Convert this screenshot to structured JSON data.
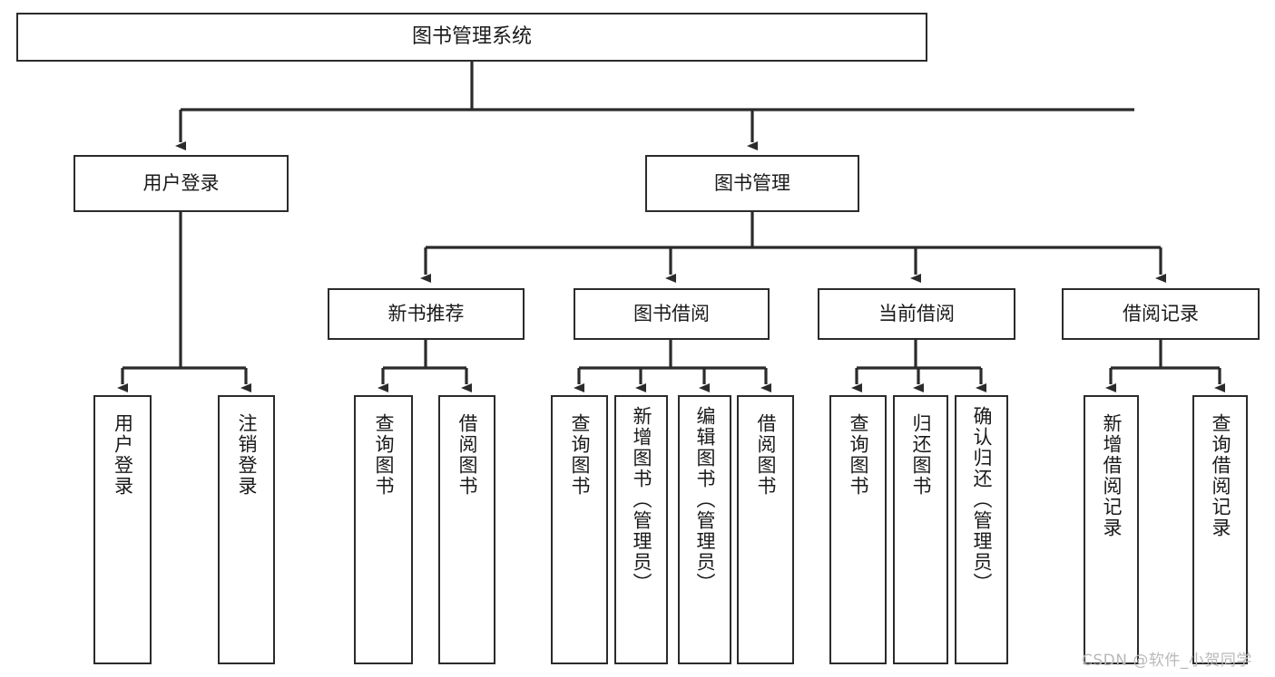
{
  "diagram": {
    "title": "图书管理系统",
    "type": "tree-hierarchy-diagram",
    "theme": {
      "background": "#ffffff",
      "box_border": "#2b2b2b",
      "edge_color": "#2b2b2b",
      "text_color": "#1a1a1a",
      "watermark_color": "#b9b9b9"
    },
    "root": {
      "label": "图书管理系统"
    },
    "level2": [
      {
        "label": "用户登录"
      },
      {
        "label": "图书管理"
      }
    ],
    "level3": [
      {
        "label": "新书推荐"
      },
      {
        "label": "图书借阅"
      },
      {
        "label": "当前借阅"
      },
      {
        "label": "借阅记录"
      }
    ],
    "leaves": {
      "user_login": [
        {
          "label": "用户登录"
        },
        {
          "label": "注销登录"
        }
      ],
      "new_book_recommend": [
        {
          "label": "查询图书"
        },
        {
          "label": "借阅图书"
        }
      ],
      "book_borrow": [
        {
          "label": "查询图书"
        },
        {
          "label": "新增图书（管理员）"
        },
        {
          "label": "编辑图书（管理员）"
        },
        {
          "label": "借阅图书"
        }
      ],
      "current_borrow": [
        {
          "label": "查询图书"
        },
        {
          "label": "归还图书"
        },
        {
          "label": "确认归还（管理员）"
        }
      ],
      "borrow_record": [
        {
          "label": "新增借阅记录"
        },
        {
          "label": "查询借阅记录"
        }
      ]
    },
    "watermark": "CSDN @软件_小贺同学"
  }
}
